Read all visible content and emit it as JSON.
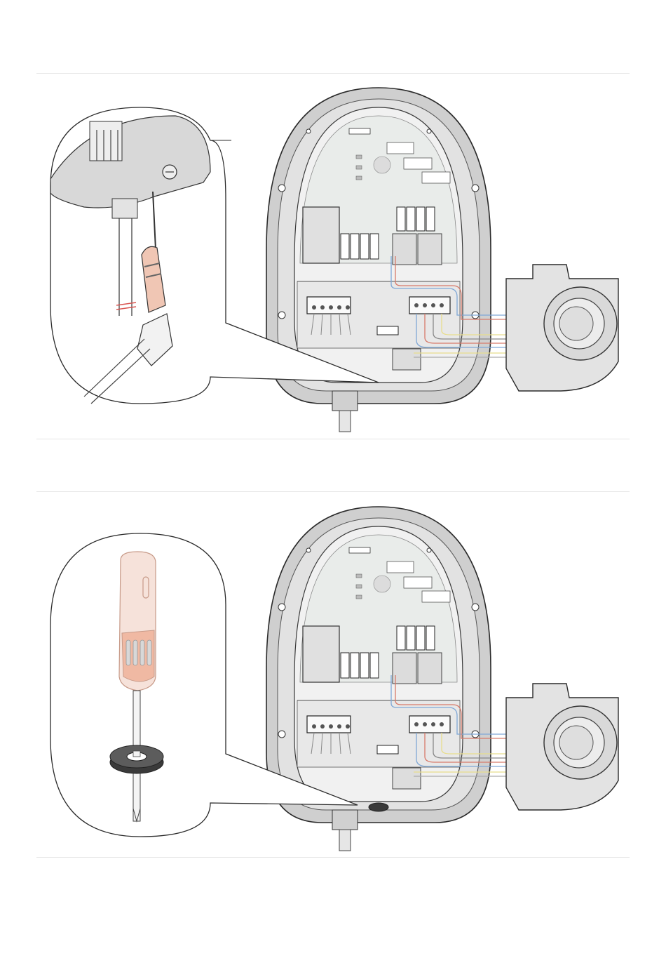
{
  "document": {
    "type": "installation-manual-page",
    "steps": [
      {
        "id": "step-1",
        "tools": [
          "hammer-icon",
          "screwdriver-icon"
        ],
        "parts": [
          "charger-housing",
          "terminal-block",
          "cable-gland",
          "cable"
        ],
        "charger_text": ""
      },
      {
        "id": "step-2",
        "tools": [
          "screwdriver-icon",
          "rubber-grommet-icon"
        ],
        "parts": [
          "charger-housing",
          "terminal-block",
          "cable-gland",
          "cable"
        ],
        "charger_text": ""
      }
    ],
    "colors": {
      "line": "#2b2b2b",
      "housing_fill": "#d6d6d6",
      "board_fill": "#eeeeee",
      "handle_accent": "#f0b9a3",
      "cut_mark": "#d9534f",
      "wire_blue": "#7fa7d6",
      "wire_red": "#d77a6a",
      "wire_yellow": "#e8dd8c"
    }
  }
}
